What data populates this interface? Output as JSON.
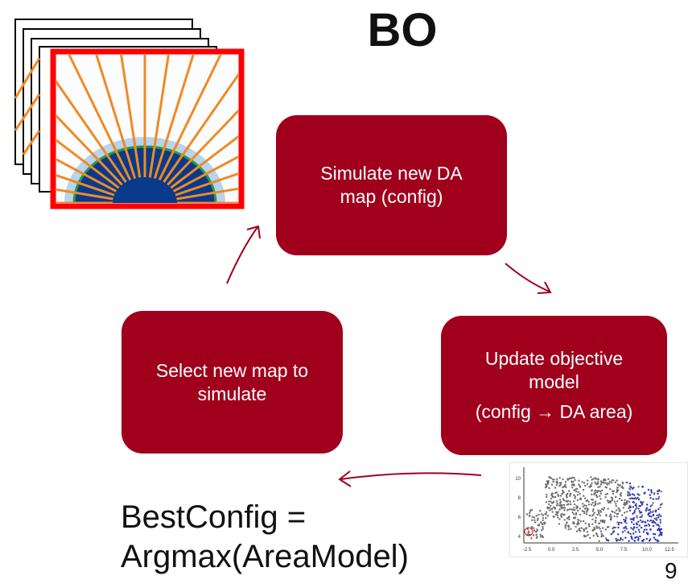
{
  "title": "BO",
  "boxes": {
    "simulate": [
      "Simulate new DA",
      "map (config)"
    ],
    "update": [
      "Update objective",
      "model",
      "(config → DA area)"
    ],
    "select": [
      "Select new map to",
      "simulate"
    ]
  },
  "best_config": [
    "BestConfig =",
    "Argmax(AreaModel)"
  ],
  "page_number": "9",
  "scatter_axes": {
    "x_ticks": [
      "-2.5",
      "0.0",
      "2.5",
      "5.0",
      "7.5",
      "10.0",
      "12.5"
    ],
    "y_ticks": [
      "10",
      "8",
      "6",
      "4"
    ]
  },
  "colors": {
    "box": "#a0001c",
    "frame_highlight": "#ff0000",
    "ray": "#f08a24",
    "blob": "#0a3a8a"
  }
}
